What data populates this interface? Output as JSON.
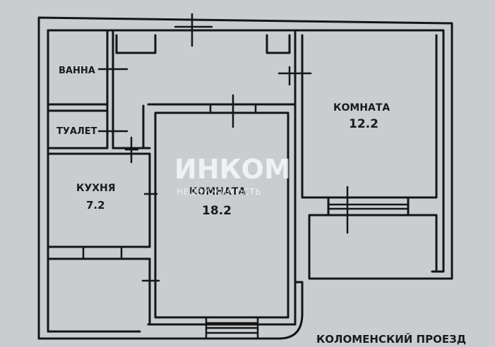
{
  "rooms": {
    "bath": "ВАННА",
    "toilet": "ТУАЛЕТ",
    "kitchen": "КУХНЯ",
    "kitchen_area": "7.2",
    "room_center": "КОМНАТА",
    "room_center_area": "18.2",
    "room_right": "КОМНАТА",
    "room_right_area": "12.2"
  },
  "street": "КОЛОМЕНСКИЙ ПРОЕЗД",
  "watermark": {
    "brand": "ИНКОМ",
    "tagline": "НЕДВИЖИМОСТЬ"
  },
  "colors": {
    "paper": "#c9cdd0",
    "ink": "#151515",
    "watermark": "#ffffff"
  }
}
